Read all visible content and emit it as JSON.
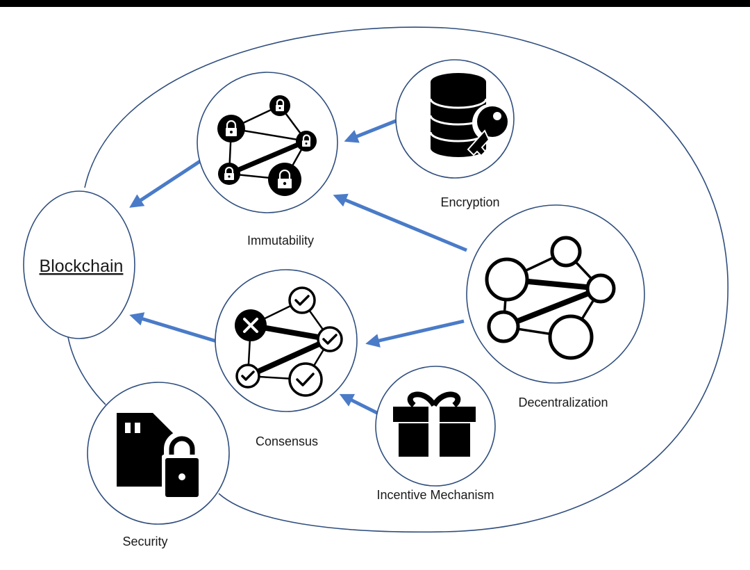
{
  "center": {
    "label": "Blockchain"
  },
  "nodes": {
    "immutability": {
      "label": "Immutability",
      "icon": "locked-network-icon"
    },
    "encryption": {
      "label": "Encryption",
      "icon": "database-key-icon"
    },
    "decentralization": {
      "label": "Decentralization",
      "icon": "decentralized-network-icon"
    },
    "consensus": {
      "label": "Consensus",
      "icon": "consensus-network-icon"
    },
    "incentive": {
      "label": "Incentive Mechanism",
      "icon": "gift-icon"
    },
    "security": {
      "label": "Security",
      "icon": "sim-card-lock-icon"
    }
  },
  "colors": {
    "arrow": "#4a7bc8",
    "ring": "#2f4e7e",
    "circle": "#2f4e7e",
    "icon": "#000000"
  }
}
